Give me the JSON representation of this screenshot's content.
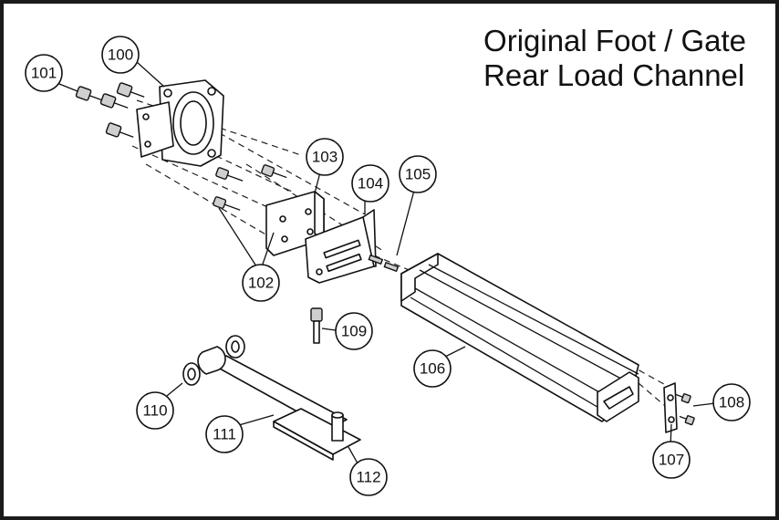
{
  "title": {
    "line1": "Original Foot / Gate",
    "line2": "Rear Load Channel"
  },
  "callouts": [
    "100",
    "101",
    "102",
    "103",
    "104",
    "105",
    "106",
    "107",
    "108",
    "109",
    "110",
    "111",
    "112"
  ]
}
